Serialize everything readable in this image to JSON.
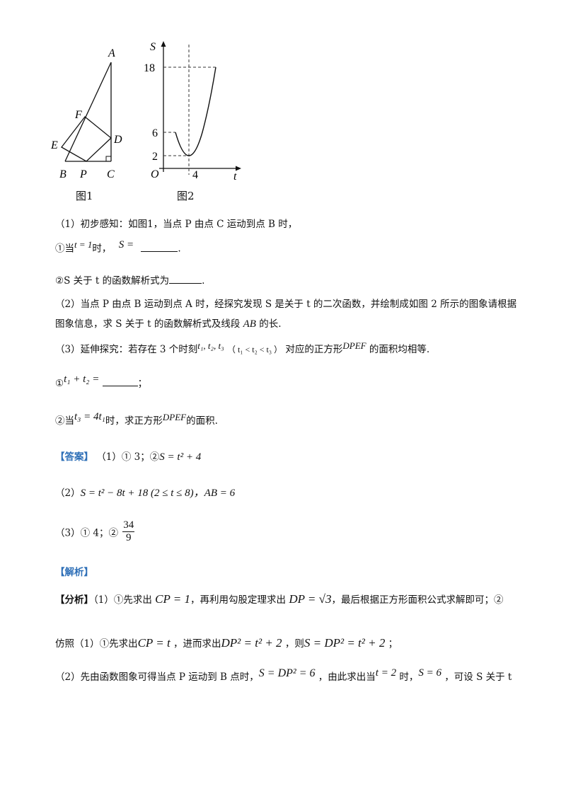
{
  "figure1": {
    "labels": {
      "A": "A",
      "B": "B",
      "C": "C",
      "D": "D",
      "E": "E",
      "F": "F",
      "P": "P"
    },
    "caption": "图1"
  },
  "figure2": {
    "y_axis": "S",
    "x_axis": "t",
    "origin": "O",
    "y_ticks": [
      "18",
      "6",
      "2"
    ],
    "x_ticks": [
      "4"
    ],
    "caption": "图2"
  },
  "q1": {
    "intro": "（1）初步感知：如图1，当点 P 由点 C 运动到点 B 时，",
    "sub1_prefix": "①当",
    "sub1_t": "t = 1",
    "sub1_mid": "时，",
    "sub1_S": "S =",
    "sub1_end": ".",
    "sub2": "②S 关于 t 的函数解析式为",
    "sub2_end": "."
  },
  "q2": {
    "line1": "（2）当点 P 由点 B 运动到点 A 时，经探究发现 S 是关于 t 的二次函数，并绘制成如图 2 所示的图象请根据",
    "line2_a": "图象信息，求 S 关于 t 的函数解析式及线段",
    "line2_AB": "AB",
    "line2_b": "的长."
  },
  "q3": {
    "line_a": "（3）延伸探究：若存在 3 个时刻",
    "times": "t₁, t₂, t₃",
    "order": "（ t₁ < t₂ < t₃ ）",
    "line_b": "对应的正方形",
    "square": "DPEF",
    "line_c": "的面积均相等.",
    "sub1_prefix": "①",
    "sub1_expr": "t₁ + t₂ =",
    "sub1_end": "；",
    "sub2_prefix": "②当",
    "sub2_expr": "t₃ = 4t₁",
    "sub2_mid": "时，求正方形",
    "sub2_square": "DPEF",
    "sub2_end": "的面积."
  },
  "answer": {
    "tag": "【答案】",
    "a1_text": "（1）① 3；②",
    "a1_expr": "S = t² + 4",
    "a2_text": "（2）",
    "a2_expr": "S = t² − 8t + 18 (2 ≤ t ≤ 8)，AB = 6",
    "a3_text": "（3）① 4；②",
    "a3_num": "34",
    "a3_den": "9"
  },
  "analysis": {
    "tag": "【解析】",
    "fenxi_tag": "【分析】",
    "l1_a": "（1）①先求出",
    "l1_cp": "CP = 1",
    "l1_b": "，再利用勾股定理求出",
    "l1_dp": "DP = √3",
    "l1_c": "，最后根据正方形面积公式求解即可；②",
    "l2_a": "仿照（1）①先求出",
    "l2_cp": "CP = t",
    "l2_b": "，进而求出",
    "l2_dp": "DP² = t² + 2",
    "l2_c": "，则",
    "l2_s": "S = DP² = t² + 2",
    "l2_d": "；",
    "l3_a": "（2）先由函数图象可得当点 P 运动到 B 点时，",
    "l3_s": "S = DP² = 6",
    "l3_b": "，由此求出当",
    "l3_t": "t = 2",
    "l3_c": "时，",
    "l3_s6": "S = 6",
    "l3_d": "，可设 S 关于 t"
  }
}
